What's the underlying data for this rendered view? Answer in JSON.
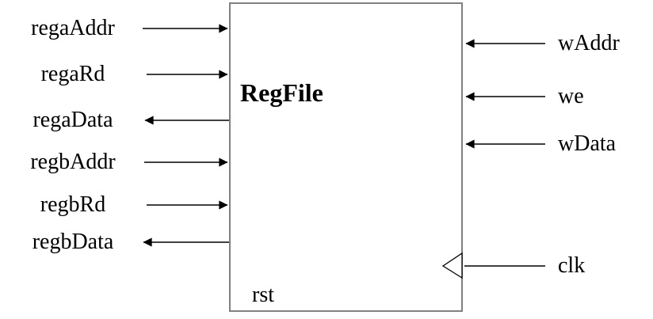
{
  "diagram": {
    "type": "hardware-block-diagram",
    "block": {
      "title": "RegFile",
      "bottom_label": "rst"
    },
    "left_ports": [
      {
        "label": "regaAddr",
        "direction": "input"
      },
      {
        "label": "regaRd",
        "direction": "input"
      },
      {
        "label": "regaData",
        "direction": "output"
      },
      {
        "label": "regbAddr",
        "direction": "input"
      },
      {
        "label": "regbRd",
        "direction": "input"
      },
      {
        "label": "regbData",
        "direction": "output"
      }
    ],
    "right_ports": [
      {
        "label": "wAddr",
        "direction": "input"
      },
      {
        "label": "we",
        "direction": "input"
      },
      {
        "label": "wData",
        "direction": "input"
      },
      {
        "label": "clk",
        "direction": "clock-input"
      }
    ],
    "colors": {
      "wire": "#000000",
      "box_border": "#808080",
      "background": "#ffffff",
      "text": "#000000"
    }
  }
}
